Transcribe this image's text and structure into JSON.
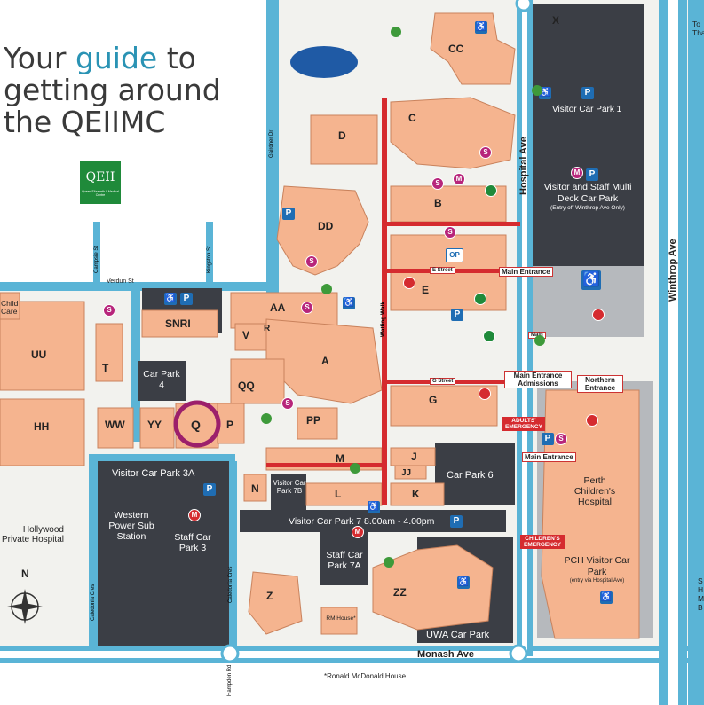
{
  "title": {
    "line1_pre": "Your ",
    "line1_highlight": "guide",
    "line1_post": " to",
    "line2": "getting around",
    "line3": "the QEIIMC"
  },
  "logo": {
    "text": "QEII",
    "subtext": "Queen Elizabeth II Medical Centre",
    "color": "#1f8a3a"
  },
  "buildings": {
    "X": "X",
    "CC": "CC",
    "C": "C",
    "D": "D",
    "B": "B",
    "DD": "DD",
    "E": "E",
    "AA": "AA",
    "SNRI": "SNRI",
    "V": "V",
    "R": "R",
    "A": "A",
    "QQ": "QQ",
    "UU": "UU",
    "T": "T",
    "HH": "HH",
    "WW": "WW",
    "YY": "YY",
    "Q": "Q",
    "P": "P",
    "PP": "PP",
    "G": "G",
    "M": "M",
    "J": "J",
    "JJ": "JJ",
    "N": "N",
    "L": "L",
    "K": "K",
    "Z": "Z",
    "ZZ": "ZZ",
    "child_care": "Child Care"
  },
  "car_parks": {
    "visitor_1": "Visitor Car Park 1",
    "multi_deck": "Visitor and Staff Multi Deck Car Park",
    "multi_deck_note": "(Entry off Winthrop Ave Only)",
    "cp4": "Car Park 4",
    "cp3a": "Visitor Car Park 3A",
    "cp6": "Car Park 6",
    "cp7b": "Visitor Car Park 7B",
    "cp7": "Visitor Car Park 7 8.00am - 4.00pm",
    "cp7a": "Staff Car Park 7A",
    "staff3": "Staff Car Park 3",
    "uwa": "UWA Car Park",
    "pch": "PCH Visitor Car Park",
    "pch_note": "(entry via Hospital Ave)"
  },
  "places": {
    "western_power": "Western Power Sub Station",
    "pch_hospital": "Perth Children's Hospital",
    "hollywood": "Hollywood Private Hospital",
    "rm_house": "RM House*",
    "rm_footnote": "*Ronald McDonald House"
  },
  "streets": {
    "hospital_ave": "Hospital Ave",
    "winthrop_ave": "Winthrop Ave",
    "monash_ave": "Monash Ave",
    "verdun_st": "Verdun St",
    "gairdner_dr": "Gairdner Dr",
    "campsie_st": "Campsie St",
    "kingston_st": "Kingston St",
    "caledonia_cres_1": "Caledonia Cres",
    "caledonia_cres_2": "Caledonia Cres",
    "hampden_rd": "Hampden Rd",
    "watling_walk": "Watling Walk",
    "e_street": "E Street",
    "g_street": "G Street"
  },
  "entrances": {
    "main_1": "Main Entrance",
    "main_admissions": "Main Entrance Admissions",
    "northern": "Northern Entrance",
    "main_pch": "Main Entrance",
    "adults_emergency": "ADULTS' EMERGENCY",
    "childrens_emergency": "CHILDREN'S EMERGENCY",
    "main_small": "Main"
  },
  "compass": {
    "north": "N"
  },
  "edge_text": {
    "top_right_1": "To",
    "top_right_2": "Tha",
    "right_1": "S",
    "right_2": "H",
    "right_3": "M",
    "right_4": "B"
  },
  "icons": {
    "parking": "P",
    "op": "OP",
    "moto": "M",
    "sushi": "S",
    "disabled": "♿"
  }
}
